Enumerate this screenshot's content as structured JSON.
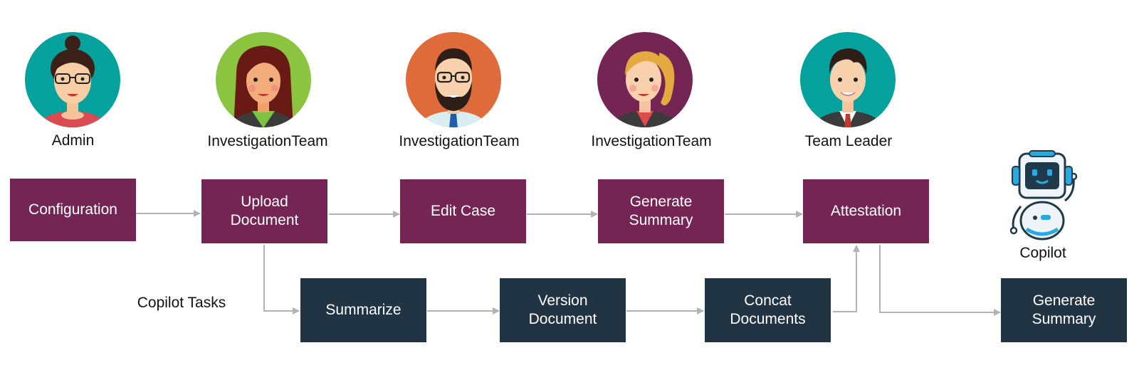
{
  "roles": [
    "Admin",
    "InvestigationTeam",
    "InvestigationTeam",
    "InvestigationTeam",
    "Team Leader"
  ],
  "copilot_label": "Copilot",
  "copilot_tasks_label": "Copilot Tasks",
  "steps": {
    "configuration": "Configuration",
    "upload_document": "Upload\nDocument",
    "edit_case": "Edit Case",
    "generate_summary": "Generate\nSummary",
    "attestation": "Attestation"
  },
  "tasks": {
    "summarize": "Summarize",
    "version_document": "Version\nDocument",
    "concat_documents": "Concat\nDocuments",
    "generate_summary": "Generate\nSummary"
  },
  "colors": {
    "role_step": "#742553",
    "copilot_task": "#203443",
    "arrow": "#b3b3b3"
  }
}
